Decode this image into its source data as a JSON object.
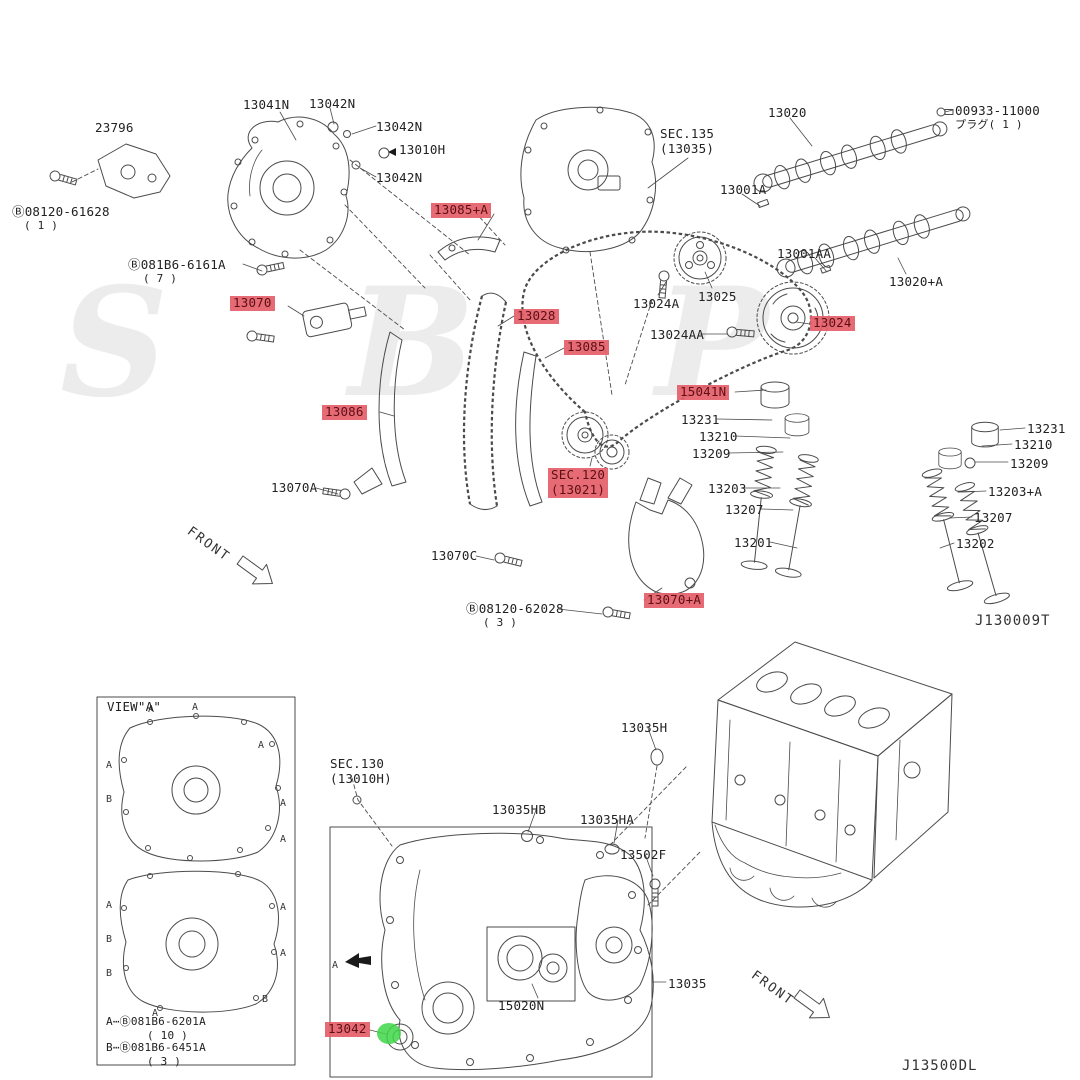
{
  "codes": {
    "top": "J130009T",
    "bottom": "J13500DL"
  },
  "front_label": "FRONT",
  "watermark": "S B P",
  "view_a": {
    "title": "VIEW\"A\"",
    "marker_a": "A",
    "marker_b": "B"
  },
  "legend": {
    "row_a": "A⋯Ⓑ081B6-6201A",
    "row_a_qty": "( 10 )",
    "row_b": "B⋯Ⓑ081B6-6451A",
    "row_b_qty": "( 3 )"
  },
  "labels": {
    "p23796": "23796",
    "p13041n": "13041N",
    "p13042n_1": "13042N",
    "p13042n_2": "13042N",
    "p13042n_3": "13042N",
    "p13010h": "13010H",
    "b08120_61628": "Ⓑ08120-61628",
    "q1": "( 1 )",
    "b081b6_6161a": "Ⓑ081B6-6161A",
    "q7": "( 7 )",
    "p13070": "13070",
    "sec135_1": "SEC.135",
    "sec135_2": "(13035)",
    "p13085a": "13085+A",
    "p13020": "13020",
    "p00933": "00933-11000",
    "p00933_sub": "プラグ( 1 )",
    "p13001a": "13001A",
    "p13001aa": "13001AA",
    "p13020a": "13020+A",
    "p13024a": "13024A",
    "p13025": "13025",
    "p13024aa": "13024AA",
    "p13024": "13024",
    "p13028": "13028",
    "p13085": "13085",
    "p13086": "13086",
    "p15041n": "15041N",
    "p13231_l": "13231",
    "p13210_l": "13210",
    "p13209_l": "13209",
    "p13203_l": "13203",
    "p13207_l": "13207",
    "p13201": "13201",
    "p13231_r": "13231",
    "p13210_r": "13210",
    "p13209_r": "13209",
    "p13203a": "13203+A",
    "p13207_r": "13207",
    "p13202": "13202",
    "p13070a": "13070A",
    "sec120_1": "SEC.120",
    "sec120_2": "(13021)",
    "p13070c": "13070C",
    "b08120_62028": "Ⓑ08120-62028",
    "q3": "( 3 )",
    "p13070pa": "13070+A",
    "sec130_1": "SEC.130",
    "sec130_2": "(13010H)",
    "p13035h": "13035H",
    "p13035hb": "13035HB",
    "p13035ha": "13035HA",
    "p13502f": "13502F",
    "p15020n": "15020N",
    "p13035": "13035",
    "p13042": "13042"
  }
}
